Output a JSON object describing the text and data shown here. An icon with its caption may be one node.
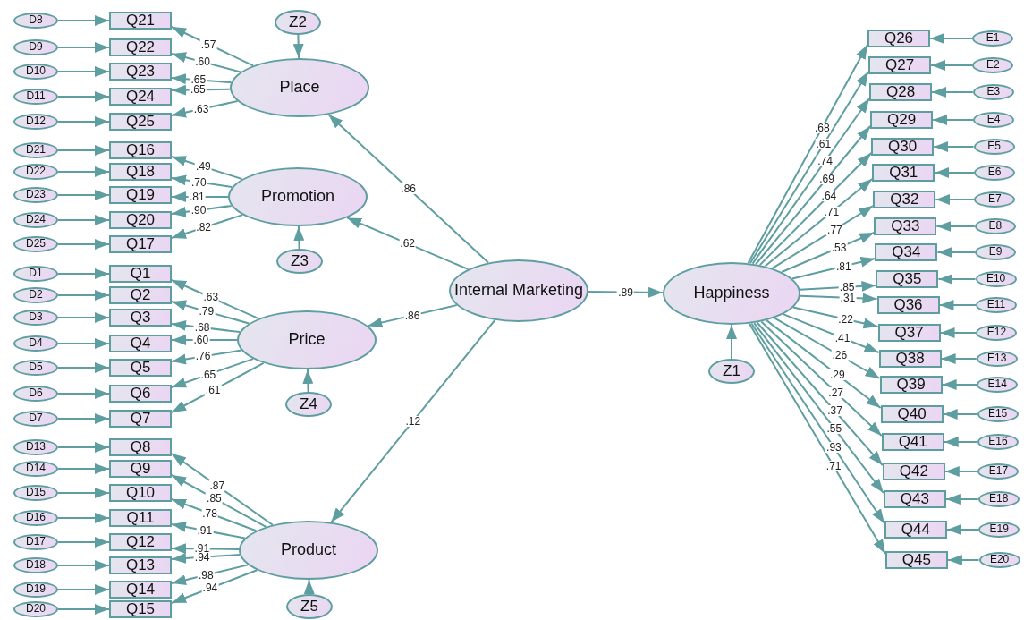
{
  "diagram": {
    "nodes": [
      {
        "text": [
          "Internal Marketing"
        ]
      },
      {
        "text": [
          "Place"
        ]
      },
      {
        "text": [
          "Promotion"
        ]
      },
      {
        "text": [
          "Price"
        ]
      },
      {
        "text": [
          "Product"
        ]
      },
      {
        "text": [
          "Happiness"
        ]
      },
      {
        "text": [
          "Z1"
        ]
      },
      {
        "text": [
          "Z2"
        ]
      },
      {
        "text": [
          "Z3"
        ]
      },
      {
        "text": [
          "Z4"
        ]
      },
      {
        "text": [
          "Z5"
        ]
      },
      {
        "text": [
          "D8"
        ]
      },
      {
        "text": [
          "Q21"
        ]
      },
      {
        "text": [
          "D9"
        ]
      },
      {
        "text": [
          "Q22"
        ]
      },
      {
        "text": [
          "D10"
        ]
      },
      {
        "text": [
          "Q23"
        ]
      },
      {
        "text": [
          "D11"
        ]
      },
      {
        "text": [
          "Q24"
        ]
      },
      {
        "text": [
          "D12"
        ]
      },
      {
        "text": [
          "Q25"
        ]
      },
      {
        "text": [
          "D21"
        ]
      },
      {
        "text": [
          "Q16"
        ]
      },
      {
        "text": [
          "D22"
        ]
      },
      {
        "text": [
          "Q18"
        ]
      },
      {
        "text": [
          "D23"
        ]
      },
      {
        "text": [
          "Q19"
        ]
      },
      {
        "text": [
          "D24"
        ]
      },
      {
        "text": [
          "Q20"
        ]
      },
      {
        "text": [
          "D25"
        ]
      },
      {
        "text": [
          "Q17"
        ]
      },
      {
        "text": [
          "D1"
        ]
      },
      {
        "text": [
          "Q1"
        ]
      },
      {
        "text": [
          "D2"
        ]
      },
      {
        "text": [
          "Q2"
        ]
      },
      {
        "text": [
          "D3"
        ]
      },
      {
        "text": [
          "Q3"
        ]
      },
      {
        "text": [
          "D4"
        ]
      },
      {
        "text": [
          "Q4"
        ]
      },
      {
        "text": [
          "D5"
        ]
      },
      {
        "text": [
          "Q5"
        ]
      },
      {
        "text": [
          "D6"
        ]
      },
      {
        "text": [
          "Q6"
        ]
      },
      {
        "text": [
          "D7"
        ]
      },
      {
        "text": [
          "Q7"
        ]
      },
      {
        "text": [
          "D13"
        ]
      },
      {
        "text": [
          "Q8"
        ]
      },
      {
        "text": [
          "D14"
        ]
      },
      {
        "text": [
          "Q9"
        ]
      },
      {
        "text": [
          "D15"
        ]
      },
      {
        "text": [
          "Q10"
        ]
      },
      {
        "text": [
          "D16"
        ]
      },
      {
        "text": [
          "Q11"
        ]
      },
      {
        "text": [
          "D17"
        ]
      },
      {
        "text": [
          "Q12"
        ]
      },
      {
        "text": [
          "D18"
        ]
      },
      {
        "text": [
          "Q13"
        ]
      },
      {
        "text": [
          "D19"
        ]
      },
      {
        "text": [
          "Q14"
        ]
      },
      {
        "text": [
          "D20"
        ]
      },
      {
        "text": [
          "Q15"
        ]
      },
      {
        "text": [
          "Q26"
        ]
      },
      {
        "text": [
          "E1"
        ]
      },
      {
        "text": [
          "Q27"
        ]
      },
      {
        "text": [
          "E2"
        ]
      },
      {
        "text": [
          "Q28"
        ]
      },
      {
        "text": [
          "E3"
        ]
      },
      {
        "text": [
          "Q29"
        ]
      },
      {
        "text": [
          "E4"
        ]
      },
      {
        "text": [
          "Q30"
        ]
      },
      {
        "text": [
          "E5"
        ]
      },
      {
        "text": [
          "Q31"
        ]
      },
      {
        "text": [
          "E6"
        ]
      },
      {
        "text": [
          "Q32"
        ]
      },
      {
        "text": [
          "E7"
        ]
      },
      {
        "text": [
          "Q33"
        ]
      },
      {
        "text": [
          "E8"
        ]
      },
      {
        "text": [
          "Q34"
        ]
      },
      {
        "text": [
          "E9"
        ]
      },
      {
        "text": [
          "Q35"
        ]
      },
      {
        "text": [
          "E10"
        ]
      },
      {
        "text": [
          "Q36"
        ]
      },
      {
        "text": [
          "E11"
        ]
      },
      {
        "text": [
          "Q37"
        ]
      },
      {
        "text": [
          "E12"
        ]
      },
      {
        "text": [
          "Q38"
        ]
      },
      {
        "text": [
          "E13"
        ]
      },
      {
        "text": [
          "Q39"
        ]
      },
      {
        "text": [
          "E14"
        ]
      },
      {
        "text": [
          "Q40"
        ]
      },
      {
        "text": [
          "E15"
        ]
      },
      {
        "text": [
          "Q41"
        ]
      },
      {
        "text": [
          "E16"
        ]
      },
      {
        "text": [
          "Q42"
        ]
      },
      {
        "text": [
          "E17"
        ]
      },
      {
        "text": [
          "Q43"
        ]
      },
      {
        "text": [
          "E18"
        ]
      },
      {
        "text": [
          "Q44"
        ]
      },
      {
        "text": [
          "E19"
        ]
      },
      {
        "text": [
          "Q45"
        ]
      },
      {
        "text": [
          "E20"
        ]
      }
    ],
    "edges": [
      {
        "from": 0,
        "to": 1,
        "arrow": "to",
        "label": ".86"
      },
      {
        "from": 0,
        "to": 2,
        "arrow": "to",
        "label": ".62"
      },
      {
        "from": 0,
        "to": 3,
        "arrow": "to",
        "label": ".86"
      },
      {
        "from": 0,
        "to": 4,
        "arrow": "to",
        "label": ".12"
      },
      {
        "from": 0,
        "to": 5,
        "arrow": "to",
        "label": ".89"
      },
      {
        "from": 6,
        "to": 5,
        "arrow": "to"
      },
      {
        "from": 7,
        "to": 1,
        "arrow": "to"
      },
      {
        "from": 8,
        "to": 2,
        "arrow": "to"
      },
      {
        "from": 9,
        "to": 3,
        "arrow": "to"
      },
      {
        "from": 10,
        "to": 4,
        "arrow": "to"
      },
      {
        "from": 1,
        "to": 12,
        "arrow": "to",
        "label": ".57"
      },
      {
        "from": 11,
        "to": 12,
        "arrow": "to"
      },
      {
        "from": 1,
        "to": 14,
        "arrow": "to",
        "label": ".60"
      },
      {
        "from": 13,
        "to": 14,
        "arrow": "to"
      },
      {
        "from": 1,
        "to": 16,
        "arrow": "to",
        "label": ".65"
      },
      {
        "from": 15,
        "to": 16,
        "arrow": "to"
      },
      {
        "from": 1,
        "to": 18,
        "arrow": "to",
        "label": ".65"
      },
      {
        "from": 17,
        "to": 18,
        "arrow": "to"
      },
      {
        "from": 1,
        "to": 20,
        "arrow": "to",
        "label": ".63"
      },
      {
        "from": 19,
        "to": 20,
        "arrow": "to"
      },
      {
        "from": 2,
        "to": 22,
        "arrow": "to",
        "label": ".49"
      },
      {
        "from": 21,
        "to": 22,
        "arrow": "to"
      },
      {
        "from": 2,
        "to": 24,
        "arrow": "to",
        "label": ".70"
      },
      {
        "from": 23,
        "to": 24,
        "arrow": "to"
      },
      {
        "from": 2,
        "to": 26,
        "arrow": "to",
        "label": ".81"
      },
      {
        "from": 25,
        "to": 26,
        "arrow": "to"
      },
      {
        "from": 2,
        "to": 28,
        "arrow": "to",
        "label": ".90"
      },
      {
        "from": 27,
        "to": 28,
        "arrow": "to"
      },
      {
        "from": 2,
        "to": 30,
        "arrow": "to",
        "label": ".82"
      },
      {
        "from": 29,
        "to": 30,
        "arrow": "to"
      },
      {
        "from": 3,
        "to": 32,
        "arrow": "to",
        "label": ".63"
      },
      {
        "from": 31,
        "to": 32,
        "arrow": "to"
      },
      {
        "from": 3,
        "to": 34,
        "arrow": "to",
        "label": ".79"
      },
      {
        "from": 33,
        "to": 34,
        "arrow": "to"
      },
      {
        "from": 3,
        "to": 36,
        "arrow": "to",
        "label": ".68"
      },
      {
        "from": 35,
        "to": 36,
        "arrow": "to"
      },
      {
        "from": 3,
        "to": 38,
        "arrow": "to",
        "label": ".60"
      },
      {
        "from": 37,
        "to": 38,
        "arrow": "to"
      },
      {
        "from": 3,
        "to": 40,
        "arrow": "to",
        "label": ".76"
      },
      {
        "from": 39,
        "to": 40,
        "arrow": "to"
      },
      {
        "from": 3,
        "to": 42,
        "arrow": "to",
        "label": ".65"
      },
      {
        "from": 41,
        "to": 42,
        "arrow": "to"
      },
      {
        "from": 3,
        "to": 44,
        "arrow": "to",
        "label": ".61"
      },
      {
        "from": 43,
        "to": 44,
        "arrow": "to"
      },
      {
        "from": 4,
        "to": 46,
        "arrow": "to",
        "label": ".87"
      },
      {
        "from": 45,
        "to": 46,
        "arrow": "to"
      },
      {
        "from": 4,
        "to": 48,
        "arrow": "to",
        "label": ".85"
      },
      {
        "from": 47,
        "to": 48,
        "arrow": "to"
      },
      {
        "from": 4,
        "to": 50,
        "arrow": "to",
        "label": ".78"
      },
      {
        "from": 49,
        "to": 50,
        "arrow": "to"
      },
      {
        "from": 4,
        "to": 52,
        "arrow": "to",
        "label": ".91"
      },
      {
        "from": 51,
        "to": 52,
        "arrow": "to"
      },
      {
        "from": 4,
        "to": 54,
        "arrow": "to",
        "label": ".91"
      },
      {
        "from": 53,
        "to": 54,
        "arrow": "to"
      },
      {
        "from": 4,
        "to": 56,
        "arrow": "to",
        "label": ".94"
      },
      {
        "from": 55,
        "to": 56,
        "arrow": "to"
      },
      {
        "from": 4,
        "to": 58,
        "arrow": "to",
        "label": ".98"
      },
      {
        "from": 57,
        "to": 58,
        "arrow": "to"
      },
      {
        "from": 4,
        "to": 60,
        "arrow": "to",
        "label": ".94"
      },
      {
        "from": 59,
        "to": 60,
        "arrow": "to"
      },
      {
        "from": 5,
        "to": 61,
        "arrow": "to",
        "label": ".68"
      },
      {
        "from": 62,
        "to": 61,
        "arrow": "to"
      },
      {
        "from": 5,
        "to": 63,
        "arrow": "to",
        "label": ".61"
      },
      {
        "from": 64,
        "to": 63,
        "arrow": "to"
      },
      {
        "from": 5,
        "to": 65,
        "arrow": "to",
        "label": ".74"
      },
      {
        "from": 66,
        "to": 65,
        "arrow": "to"
      },
      {
        "from": 5,
        "to": 67,
        "arrow": "to",
        "label": ".69"
      },
      {
        "from": 68,
        "to": 67,
        "arrow": "to"
      },
      {
        "from": 5,
        "to": 69,
        "arrow": "to",
        "label": ".64"
      },
      {
        "from": 70,
        "to": 69,
        "arrow": "to"
      },
      {
        "from": 5,
        "to": 71,
        "arrow": "to",
        "label": ".71"
      },
      {
        "from": 72,
        "to": 71,
        "arrow": "to"
      },
      {
        "from": 5,
        "to": 73,
        "arrow": "to",
        "label": ".77"
      },
      {
        "from": 74,
        "to": 73,
        "arrow": "to"
      },
      {
        "from": 5,
        "to": 75,
        "arrow": "to",
        "label": ".53"
      },
      {
        "from": 76,
        "to": 75,
        "arrow": "to"
      },
      {
        "from": 5,
        "to": 77,
        "arrow": "to",
        "label": ".81"
      },
      {
        "from": 78,
        "to": 77,
        "arrow": "to"
      },
      {
        "from": 5,
        "to": 79,
        "arrow": "to",
        "label": ".85"
      },
      {
        "from": 80,
        "to": 79,
        "arrow": "to"
      },
      {
        "from": 5,
        "to": 81,
        "arrow": "to",
        "label": ".31"
      },
      {
        "from": 82,
        "to": 81,
        "arrow": "to"
      },
      {
        "from": 5,
        "to": 83,
        "arrow": "to",
        "label": ".22"
      },
      {
        "from": 84,
        "to": 83,
        "arrow": "to"
      },
      {
        "from": 5,
        "to": 85,
        "arrow": "to",
        "label": ".41"
      },
      {
        "from": 86,
        "to": 85,
        "arrow": "to"
      },
      {
        "from": 5,
        "to": 87,
        "arrow": "to",
        "label": ".26"
      },
      {
        "from": 88,
        "to": 87,
        "arrow": "to"
      },
      {
        "from": 5,
        "to": 89,
        "arrow": "to",
        "label": ".29"
      },
      {
        "from": 90,
        "to": 89,
        "arrow": "to"
      },
      {
        "from": 5,
        "to": 91,
        "arrow": "to",
        "label": ".27"
      },
      {
        "from": 92,
        "to": 91,
        "arrow": "to"
      },
      {
        "from": 5,
        "to": 93,
        "arrow": "to",
        "label": ".37"
      },
      {
        "from": 94,
        "to": 93,
        "arrow": "to"
      },
      {
        "from": 5,
        "to": 95,
        "arrow": "to",
        "label": ".55"
      },
      {
        "from": 96,
        "to": 95,
        "arrow": "to"
      },
      {
        "from": 5,
        "to": 97,
        "arrow": "to",
        "label": ".93"
      },
      {
        "from": 98,
        "to": 97,
        "arrow": "to"
      },
      {
        "from": 5,
        "to": 99,
        "arrow": "to",
        "label": ".71"
      },
      {
        "from": 100,
        "to": 99,
        "arrow": "to"
      }
    ]
  }
}
